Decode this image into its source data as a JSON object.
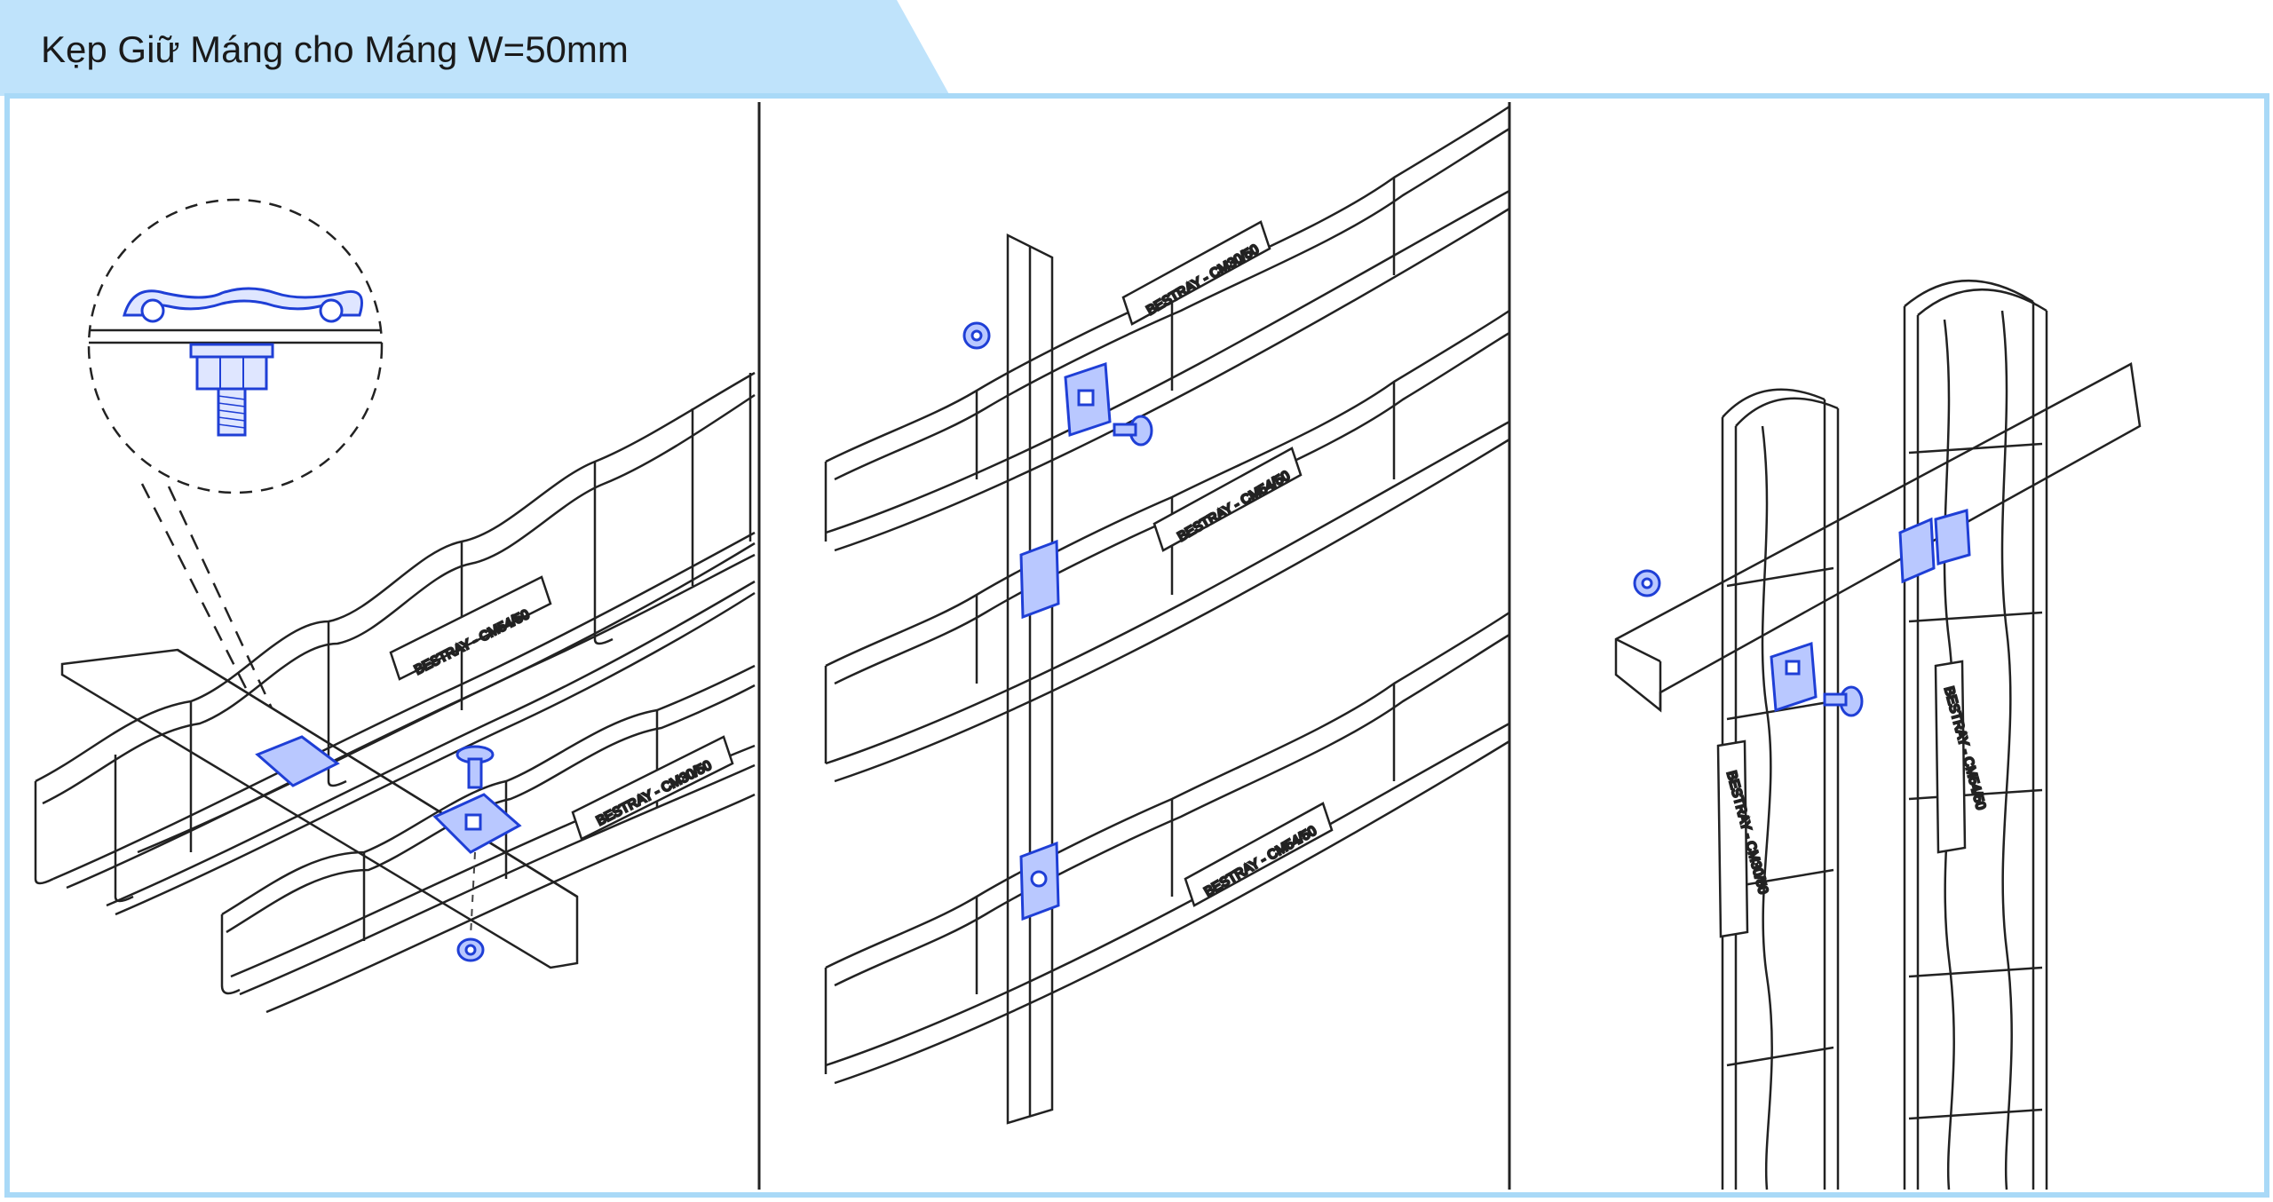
{
  "header": {
    "title": "Kẹp Giữ Máng cho Máng W=50mm",
    "banner_color": "#bfe3fb",
    "frame_color": "#a9d9f7"
  },
  "panels": [
    {
      "name": "floor-mount",
      "labels": [
        "BESTRAY - CM54/50",
        "BESTRAY - CM30/50"
      ]
    },
    {
      "name": "wall-mount",
      "labels": [
        "BESTRAY - CM30/50",
        "BESTRAY - CM54/50",
        "BESTRAY - CM54/50"
      ]
    },
    {
      "name": "vertical-mount",
      "labels": [
        "BESTRAY - CM30/50",
        "BESTRAY - CM54/50"
      ]
    }
  ],
  "colors": {
    "line": "#222222",
    "accent": "#1f3fd6",
    "accent_fill": "#b9c8ff"
  }
}
